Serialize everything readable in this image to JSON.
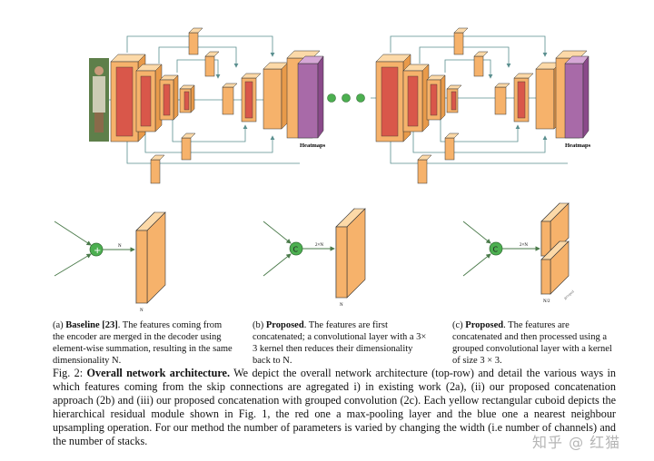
{
  "figure": {
    "heatmaps_label_left": "Heatmaps",
    "heatmaps_label_right": "Heatmaps",
    "dots_label": ". . .",
    "diagram_b_label_n": "N",
    "diagram_b_label_2n": "2×N",
    "diagram_c_label_2n": "2×N",
    "diagram_c_label_n2": "N/2",
    "diagram_a_out": "N",
    "diagram_a_symbol": "+",
    "diagram_b_symbol": "C",
    "diagram_c_symbol": "C",
    "diagram_c_side_text": "grouped"
  },
  "subcaptions": {
    "a": {
      "tag": "(a)",
      "bold": "Baseline [23]",
      "text": ". The features coming from the encoder are merged in the decoder using element-wise summation, resulting in the same dimensionality N."
    },
    "b": {
      "tag": "(b)",
      "bold": "Proposed",
      "text": ". The features are first concatenated; a convolutional layer with a 3× 3 kernel then reduces their dimensionality back to N."
    },
    "c": {
      "tag": "(c)",
      "bold": "Proposed",
      "text": ". The features are concatenated and then processed using a grouped convolutional layer with a kernel of size 3 × 3."
    }
  },
  "caption": {
    "prefix": "Fig. 2: ",
    "bold": "Overall network architecture.",
    "text": " We depict the overall network architecture (top-row) and detail the various ways in which features coming from the skip connections are agregated i) in existing work (2a), (ii) our proposed concatenation approach (2b) and (iii) our proposed concatenation with grouped convolution (2c). Each yellow rectangular cuboid depicts the hierarchical residual module shown in Fig. 1, the red one a max-pooling layer and the blue one a nearest neighbour upsampling operation. For our method the number of parameters is varied by changing the width (i.e number of channels) and the number of stacks."
  },
  "watermark": "知乎 @ 红猫",
  "colors": {
    "orange": "#f6b26b",
    "orange_light": "#fcd9a8",
    "red": "#d9574a",
    "red_light": "#ec8b7f",
    "purple": "#a86aa8",
    "purple_light": "#d6a8d6",
    "green": "#4caf50",
    "arrow": "#5a8f8f"
  }
}
